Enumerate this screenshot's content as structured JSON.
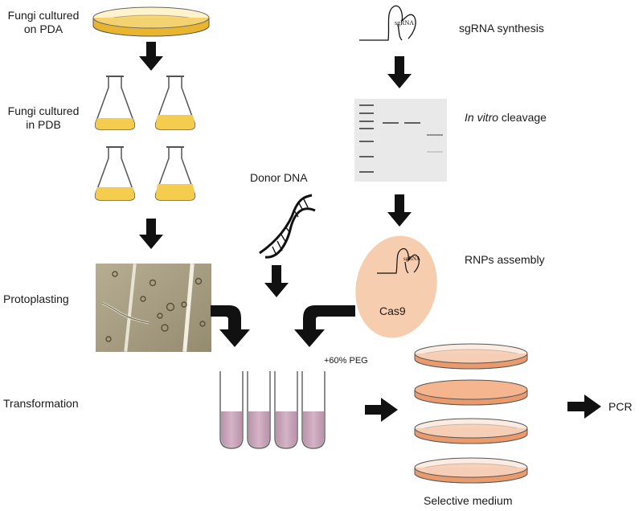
{
  "labels": {
    "fungi_pda": "Fungi cultured on PDA",
    "fungi_pdb": "Fungi cultured in PDB",
    "protoplasting": "Protoplasting",
    "transformation": "Transformation",
    "donor_dna": "Donor DNA",
    "sgrna_synthesis": "sgRNA synthesis",
    "in_vitro_italic": "In vitro",
    "in_vitro_rest": " cleavage",
    "rnps_assembly": "RNPs assembly",
    "cas9": "Cas9",
    "sgrna_tag": "sgRNA",
    "peg": "+60% PEG",
    "selective_medium": "Selective medium",
    "pcr": "PCR"
  },
  "colors": {
    "agar_yellow": "#f2c53d",
    "broth_yellow": "#f5cd4e",
    "cas9_blob": "#f7cdb0",
    "selective_agar": "#f0a97e",
    "tube_liquid": "#c8a2b6",
    "arrow": "#111111",
    "gel_bg": "#e9e9e9",
    "micro_bg": "#a89e82"
  }
}
